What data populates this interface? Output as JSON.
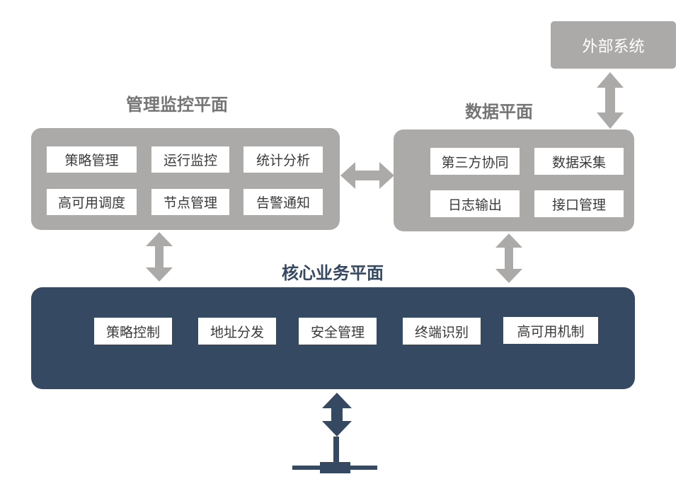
{
  "external": {
    "label": "外部系统"
  },
  "mgmt_plane": {
    "title": "管理监控平面",
    "items": [
      "策略管理",
      "运行监控",
      "统计分析",
      "高可用调度",
      "节点管理",
      "告警通知"
    ]
  },
  "data_plane": {
    "title": "数据平面",
    "items": [
      "第三方协同",
      "数据采集",
      "日志输出",
      "接口管理"
    ]
  },
  "core_plane": {
    "title": "核心业务平面",
    "items": [
      "策略控制",
      "地址分发",
      "安全管理",
      "终端识别",
      "高可用机制"
    ]
  },
  "colors": {
    "gray_panel": "#acaaa9",
    "navy_panel": "#364962",
    "title_gray": "#757575",
    "title_navy": "#364962",
    "arrow_gray": "#acaaa9",
    "arrow_navy": "#364962"
  }
}
